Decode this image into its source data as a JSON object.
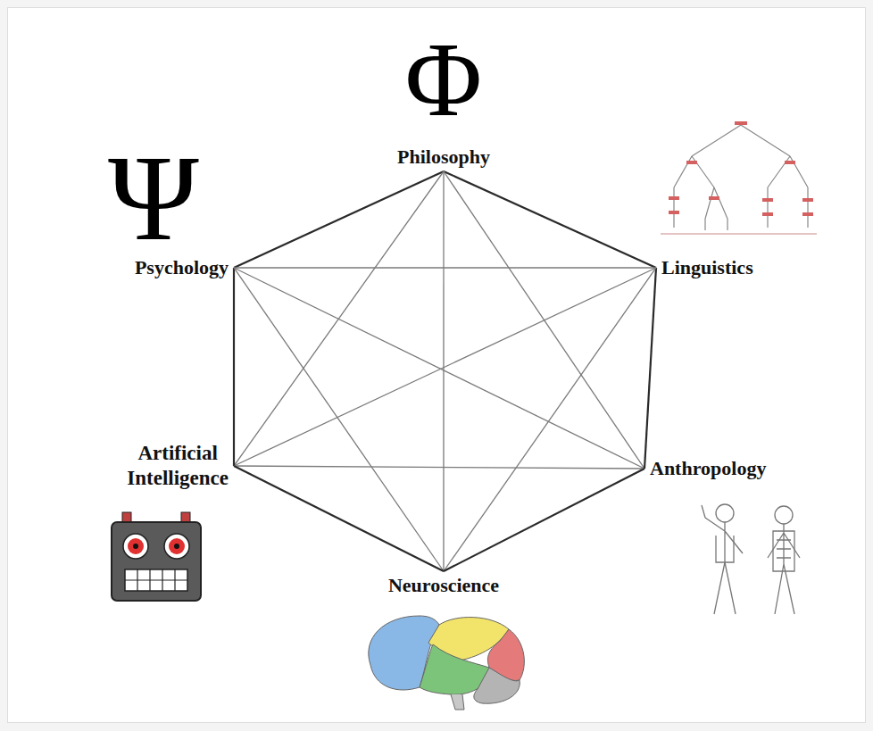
{
  "diagram": {
    "nodes": [
      {
        "text": [
          "Philosophy"
        ]
      },
      {
        "text": [
          "Psychology"
        ]
      },
      {
        "text": [
          "Linguistics"
        ]
      },
      {
        "text": [
          "Artificial Intelligence"
        ]
      },
      {
        "text": [
          "Anthropology"
        ]
      },
      {
        "text": [
          "Neuroscience"
        ]
      }
    ],
    "edges": [
      {
        "from": 0,
        "to": 1,
        "arrow": "none"
      },
      {
        "from": 0,
        "to": 2,
        "arrow": "none"
      },
      {
        "from": 0,
        "to": 3,
        "arrow": "none"
      },
      {
        "from": 0,
        "to": 4,
        "arrow": "none"
      },
      {
        "from": 0,
        "to": 5,
        "arrow": "none"
      },
      {
        "from": 1,
        "to": 2,
        "arrow": "none"
      },
      {
        "from": 1,
        "to": 3,
        "arrow": "none"
      },
      {
        "from": 1,
        "to": 4,
        "arrow": "none"
      },
      {
        "from": 1,
        "to": 5,
        "arrow": "none"
      },
      {
        "from": 2,
        "to": 3,
        "arrow": "none"
      },
      {
        "from": 2,
        "to": 4,
        "arrow": "none"
      },
      {
        "from": 2,
        "to": 5,
        "arrow": "none"
      },
      {
        "from": 3,
        "to": 4,
        "arrow": "none"
      },
      {
        "from": 3,
        "to": 5,
        "arrow": "none"
      },
      {
        "from": 4,
        "to": 5,
        "arrow": "none"
      }
    ],
    "labels": [
      "Φ",
      "Ψ"
    ]
  }
}
